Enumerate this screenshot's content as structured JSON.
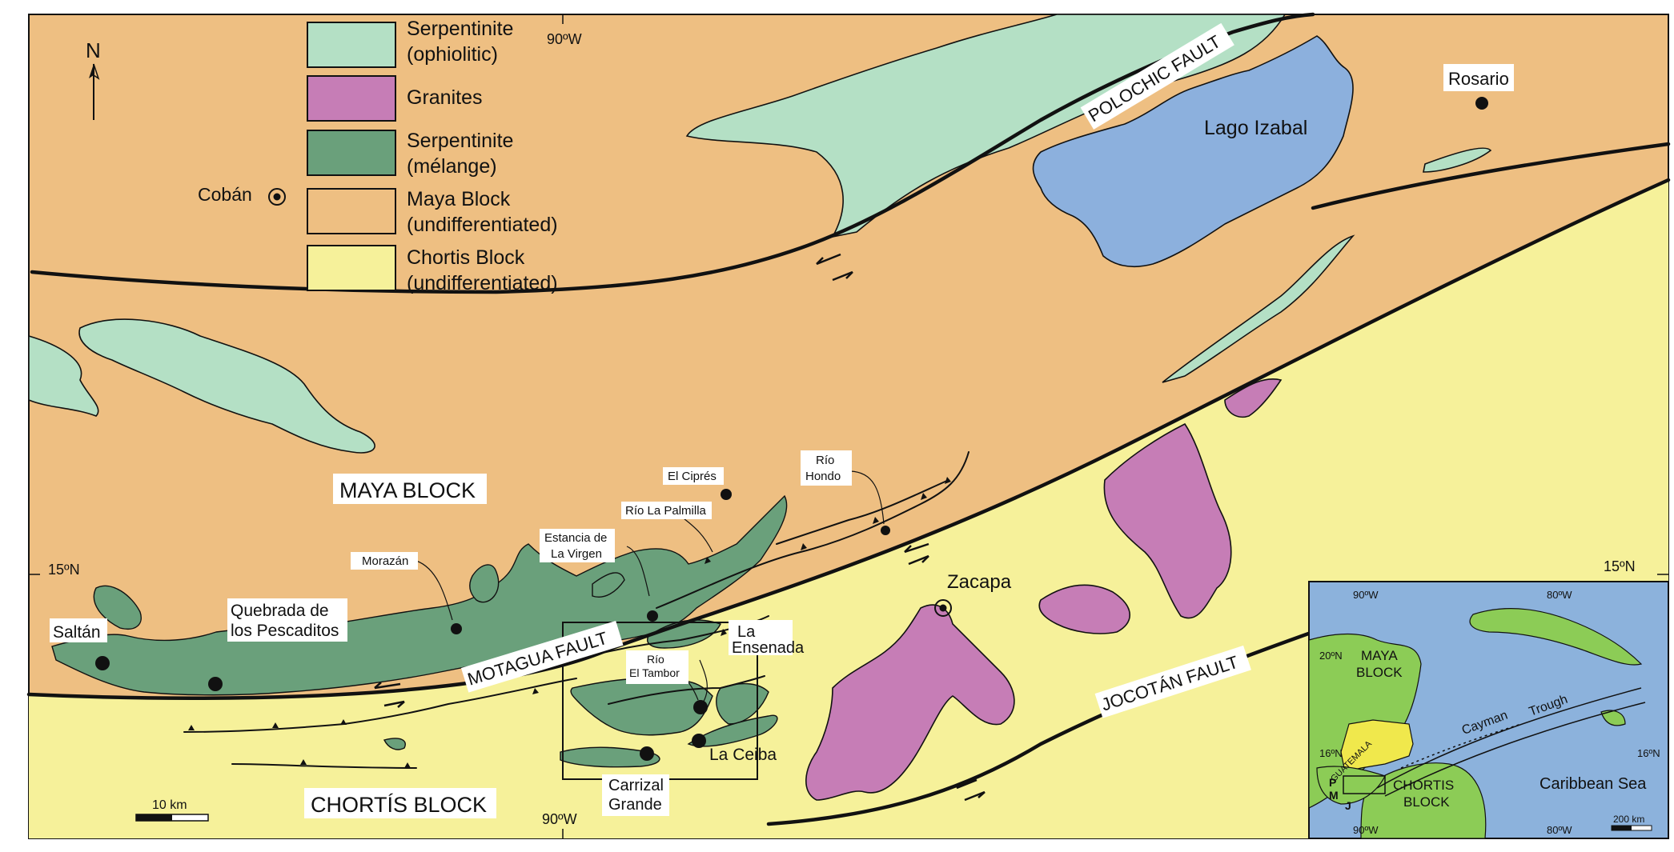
{
  "legend": [
    {
      "key": "serpentinite-ophiolitic",
      "line1": "Serpentinite",
      "line2": "(ophiolitic)",
      "color": "#b4e0c5"
    },
    {
      "key": "granites",
      "line1": "Granites",
      "line2": "",
      "color": "#c67db6"
    },
    {
      "key": "serpentinite-melange",
      "line1": "Serpentinite",
      "line2": "(mélange)",
      "color": "#6aa07b"
    },
    {
      "key": "maya-block",
      "line1": "Maya Block",
      "line2": "(undifferentiated)",
      "color": "#eebf82"
    },
    {
      "key": "chortis-block",
      "line1": "Chortis Block",
      "line2": "(undifferentiated)",
      "color": "#f6f19a"
    }
  ],
  "colors": {
    "maya": "#eebf82",
    "chortis": "#f6f19a",
    "ophiolite": "#b4e0c5",
    "melange": "#6aa07b",
    "granite": "#c67db6",
    "lake": "#8cb0dd",
    "sea": "#8cb2dc",
    "land_inset": "#8ccc56"
  },
  "north_arrow": "N",
  "coordinates": {
    "lon_top": "90ºW",
    "lon_bottom": "90ºW",
    "lat_left": "15ºN",
    "lat_right": "15ºN"
  },
  "faults": {
    "polochic": "POLOCHIC FAULT",
    "motagua": "MOTAGUA FAULT",
    "jocotan": "JOCOTÁN FAULT"
  },
  "blocks": {
    "maya": "MAYA BLOCK",
    "chortis": "CHORTÍS BLOCK"
  },
  "places": {
    "coban": "Cobán",
    "rosario": "Rosario",
    "lago_izabal": "Lago Izabal",
    "zacapa": "Zacapa",
    "saltan": "Saltán",
    "quebrada_1": "Quebrada de",
    "quebrada_2": "los Pescaditos",
    "morazan": "Morazán",
    "estancia_1": "Estancia de",
    "estancia_2": "La Virgen",
    "rio_la_palmilla": "Río La Palmilla",
    "el_cipres": "El Ciprés",
    "rio_hondo_1": "Río",
    "rio_hondo_2": "Hondo",
    "rio_el_tambor_1": "Río",
    "rio_el_tambor_2": "El Tambor",
    "la_ensenada_1": "La",
    "la_ensenada_2": "Ensenada",
    "la_ceiba": "La Ceiba",
    "carrizal_1": "Carrizal",
    "carrizal_2": "Grande"
  },
  "scale_bar": "10 km",
  "inset": {
    "lon_90": "90ºW",
    "lon_80": "80ºW",
    "lon_90_bottom": "90ºW",
    "lon_80_bottom": "80ºW",
    "lat_20": "20ºN",
    "lat_16_left": "16ºN",
    "lat_16_right": "16ºN",
    "maya_1": "MAYA",
    "maya_2": "BLOCK",
    "chortis_1": "CHORTIS",
    "chortis_2": "BLOCK",
    "guatemala": "GUATEMALA",
    "cayman": "Cayman",
    "trough": "Trough",
    "caribbean": "Caribbean Sea",
    "p": "P",
    "m": "M",
    "j": "J",
    "scale": "200 km"
  }
}
